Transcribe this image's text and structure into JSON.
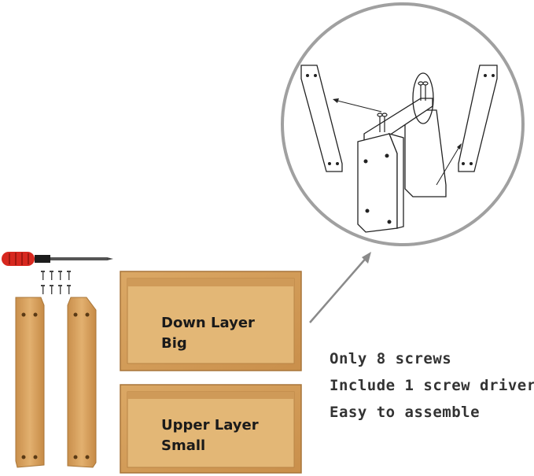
{
  "boxes": {
    "big": {
      "line1": "Down Layer",
      "line2": "Big"
    },
    "small": {
      "line1": "Upper Layer",
      "line2": "Small"
    }
  },
  "features": [
    "Only 8 screws",
    "Include 1 screw driver",
    "Easy to assemble"
  ],
  "colors": {
    "bamboo": "#d9a464",
    "bamboo_dark": "#b98445",
    "screwdriver_handle": "#d7281f",
    "circle_border": "#9c9c9c",
    "text": "#333333"
  }
}
